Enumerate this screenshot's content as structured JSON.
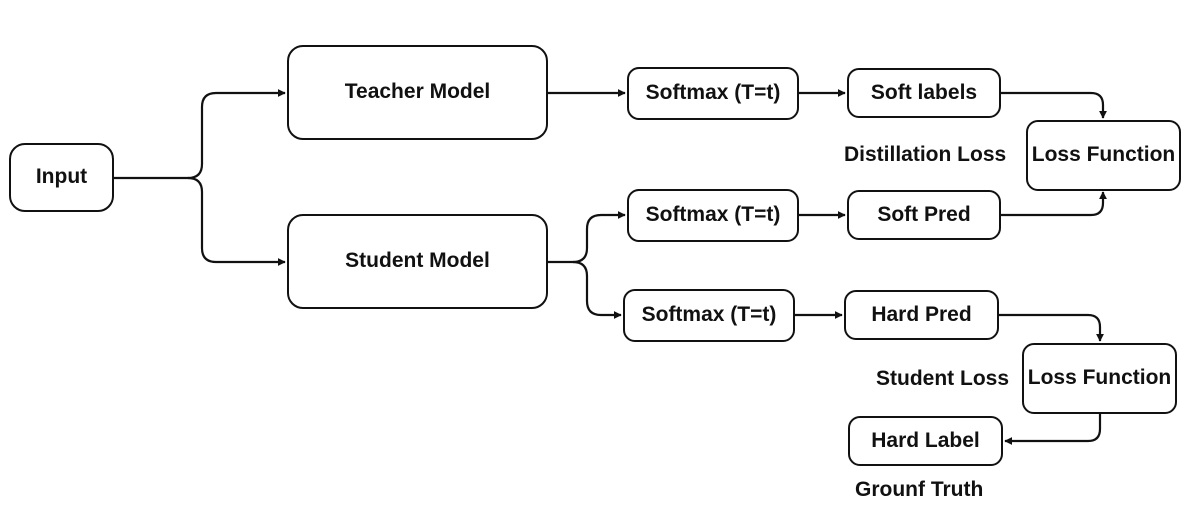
{
  "colors": {
    "stroke": "#111111",
    "background": "#ffffff"
  },
  "nodes": {
    "input": "Input",
    "teacher_model": "Teacher Model",
    "student_model": "Student Model",
    "softmax_teacher": "Softmax (T=t)",
    "softmax_student_soft": "Softmax (T=t)",
    "softmax_student_hard": "Softmax (T=t)",
    "soft_labels": "Soft labels",
    "soft_pred": "Soft Pred",
    "hard_pred": "Hard Pred",
    "loss_function_distillation": "Loss Function",
    "loss_function_student": "Loss Function",
    "hard_label": "Hard Label"
  },
  "labels": {
    "distillation_loss": "Distillation Loss",
    "student_loss": "Student Loss",
    "ground_truth": "Grounf Truth"
  }
}
